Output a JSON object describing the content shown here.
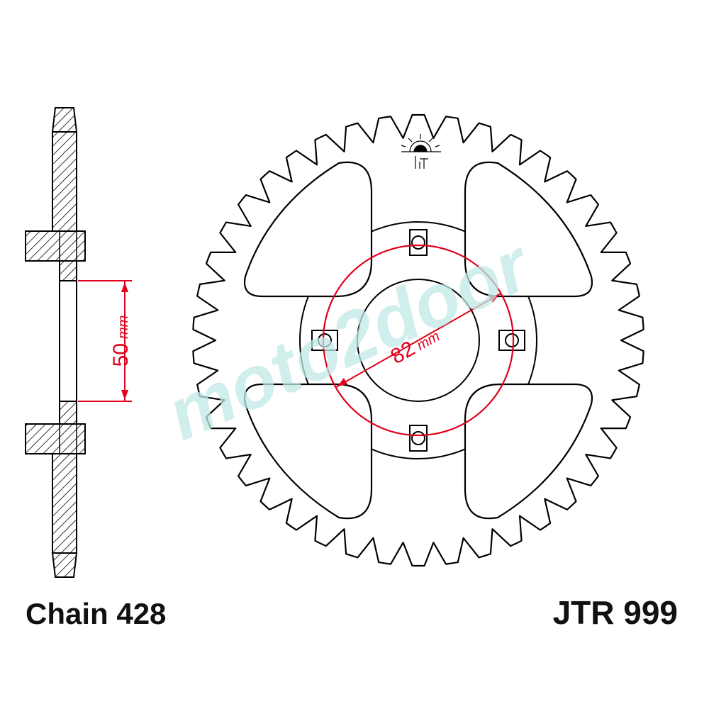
{
  "labels": {
    "chain": "Chain 428",
    "part_number": "JTR 999",
    "hub_depth_value": "50",
    "hub_depth_unit": "mm",
    "pcd_value": "82",
    "pcd_unit": "mm",
    "watermark": "moto2door"
  },
  "sprocket": {
    "teeth": 42,
    "bolt_holes": 4
  },
  "colors": {
    "outline": "#000000",
    "dimension": "#e0001b",
    "watermark": "#bfe9e6"
  },
  "icons": {
    "logo": "jt-sun-logo-icon"
  }
}
